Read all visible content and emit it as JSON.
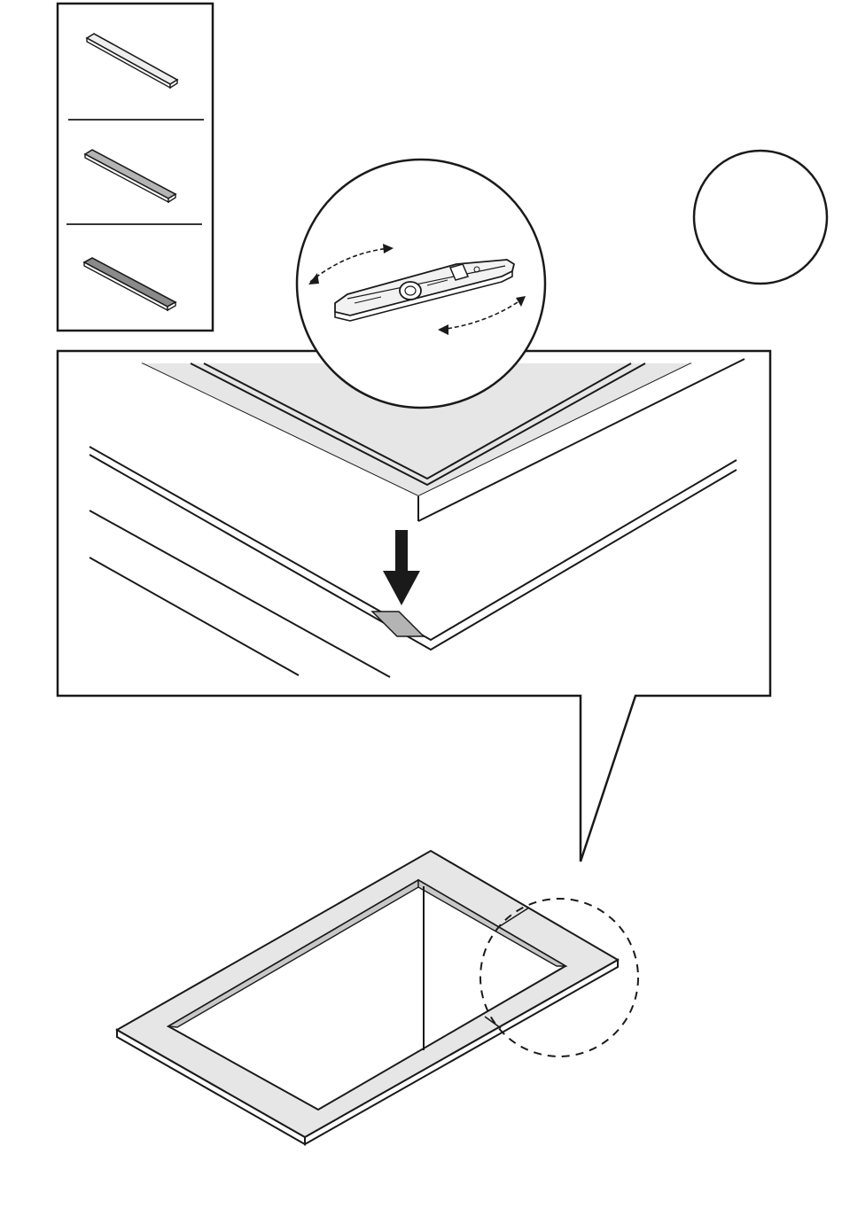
{
  "colors": {
    "line": "#1a1a1a",
    "background": "#ffffff",
    "shim_light": "#eeeeee",
    "shim_medium": "#b4b4b4",
    "shim_dark": "#8a8a8a",
    "frame_fill": "#e6e6e6",
    "frame_edge": "#cfcfcf",
    "level_body": "#f2f2f2"
  },
  "legend": {
    "items": [
      {
        "icon": "shim-strip-light-icon",
        "shade": "light"
      },
      {
        "icon": "shim-strip-medium-icon",
        "shade": "medium"
      },
      {
        "icon": "shim-strip-dark-icon",
        "shade": "dark"
      }
    ]
  },
  "icons": {
    "level": "spirit-level-icon",
    "arrow": "down-arrow-icon",
    "empty_circle": "empty-circle-icon",
    "detail_marker": "dashed-detail-circle-icon"
  }
}
